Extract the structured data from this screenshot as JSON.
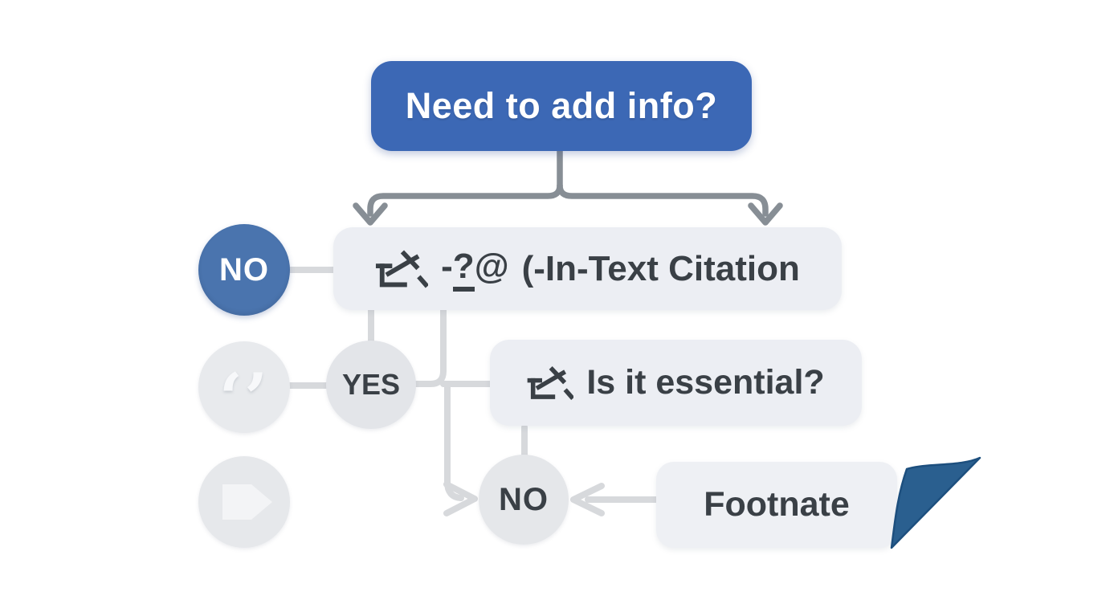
{
  "diagram": {
    "root": {
      "label": "Need to add info?"
    },
    "left_no": {
      "label": "NO"
    },
    "citation": {
      "icon": "checklist-glyph-icon",
      "prefix": [
        "-",
        "?",
        "@"
      ],
      "label": "(-In-Text Citation"
    },
    "quote": {
      "glyph": "‘’",
      "icon": "quotation-marks-icon"
    },
    "yes": {
      "label": "YES"
    },
    "essential": {
      "icon": "checklist-glyph-icon",
      "label": "Is it essential?"
    },
    "mid_no": {
      "label": "NO"
    },
    "footnote": {
      "label": "Footnate",
      "icon": "page-fold-icon"
    },
    "play": {
      "icon": "forward-arrow-icon"
    },
    "colors": {
      "root_blue": "#3c68b5",
      "no_circle_blue": "#4a74ae",
      "box_gray": "#eceef3",
      "circle_gray": "#e4e6ea",
      "connector_dark": "#878e95",
      "connector_light": "#d7d9dc",
      "text_dark": "#3a4046",
      "fold_blue": "#2a5f8f",
      "text_white": "#ffffff"
    }
  }
}
